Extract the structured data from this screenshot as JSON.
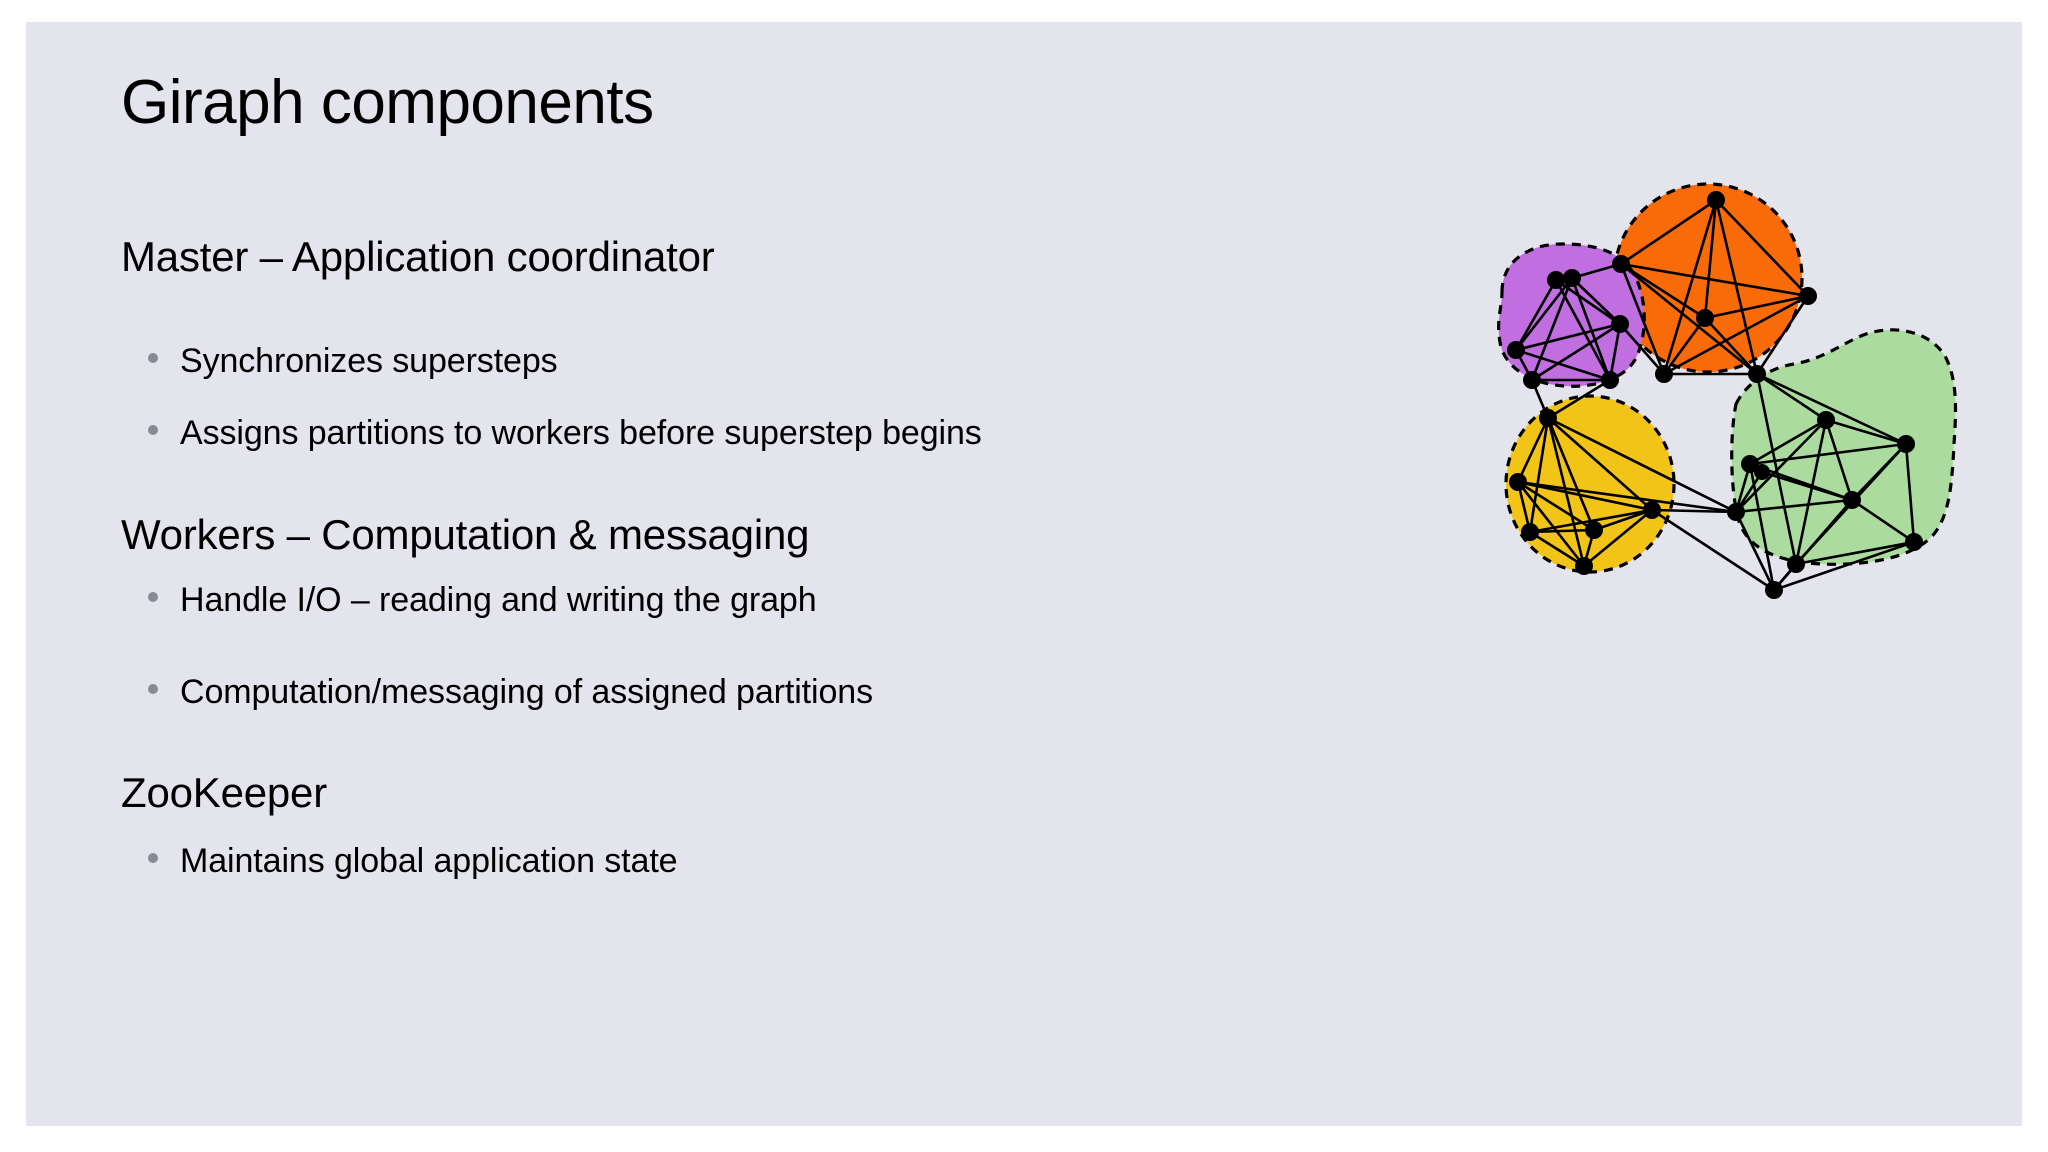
{
  "slide": {
    "background_color": "#e3e4ec",
    "page_margin_color": "#ffffff",
    "title": "Giraph components",
    "sections": [
      {
        "heading": "Master – Application coordinator",
        "bullets": [
          "Synchronizes supersteps",
          "Assigns partitions to workers before superstep begins"
        ]
      },
      {
        "heading": "Workers – Computation & messaging",
        "bullets": [
          "Handle I/O – reading and writing the graph",
          "Computation/messaging of assigned partitions"
        ]
      },
      {
        "heading": "ZooKeeper",
        "bullets": [
          "Maintains global application state"
        ]
      }
    ],
    "bullet_glyph": "•",
    "bullet_color": "#8a8a94",
    "text_color": "#000000"
  },
  "figure": {
    "name": "partitioned-graph-diagram",
    "description": "Graph partitioned into four colored clusters with dashed outlines, black vertices and black edges",
    "node_color": "#000000",
    "edge_color": "#000000",
    "outline_color": "#000000",
    "outline_style": "dashed",
    "partitions": [
      {
        "name": "orange-partition",
        "color": "#f96b09",
        "node_count": 6
      },
      {
        "name": "purple-partition",
        "color": "#c06ee0",
        "node_count": 6
      },
      {
        "name": "yellow-partition",
        "color": "#f2c417",
        "node_count": 6
      },
      {
        "name": "green-partition",
        "color": "#abdb9f",
        "node_count": 8
      }
    ]
  }
}
